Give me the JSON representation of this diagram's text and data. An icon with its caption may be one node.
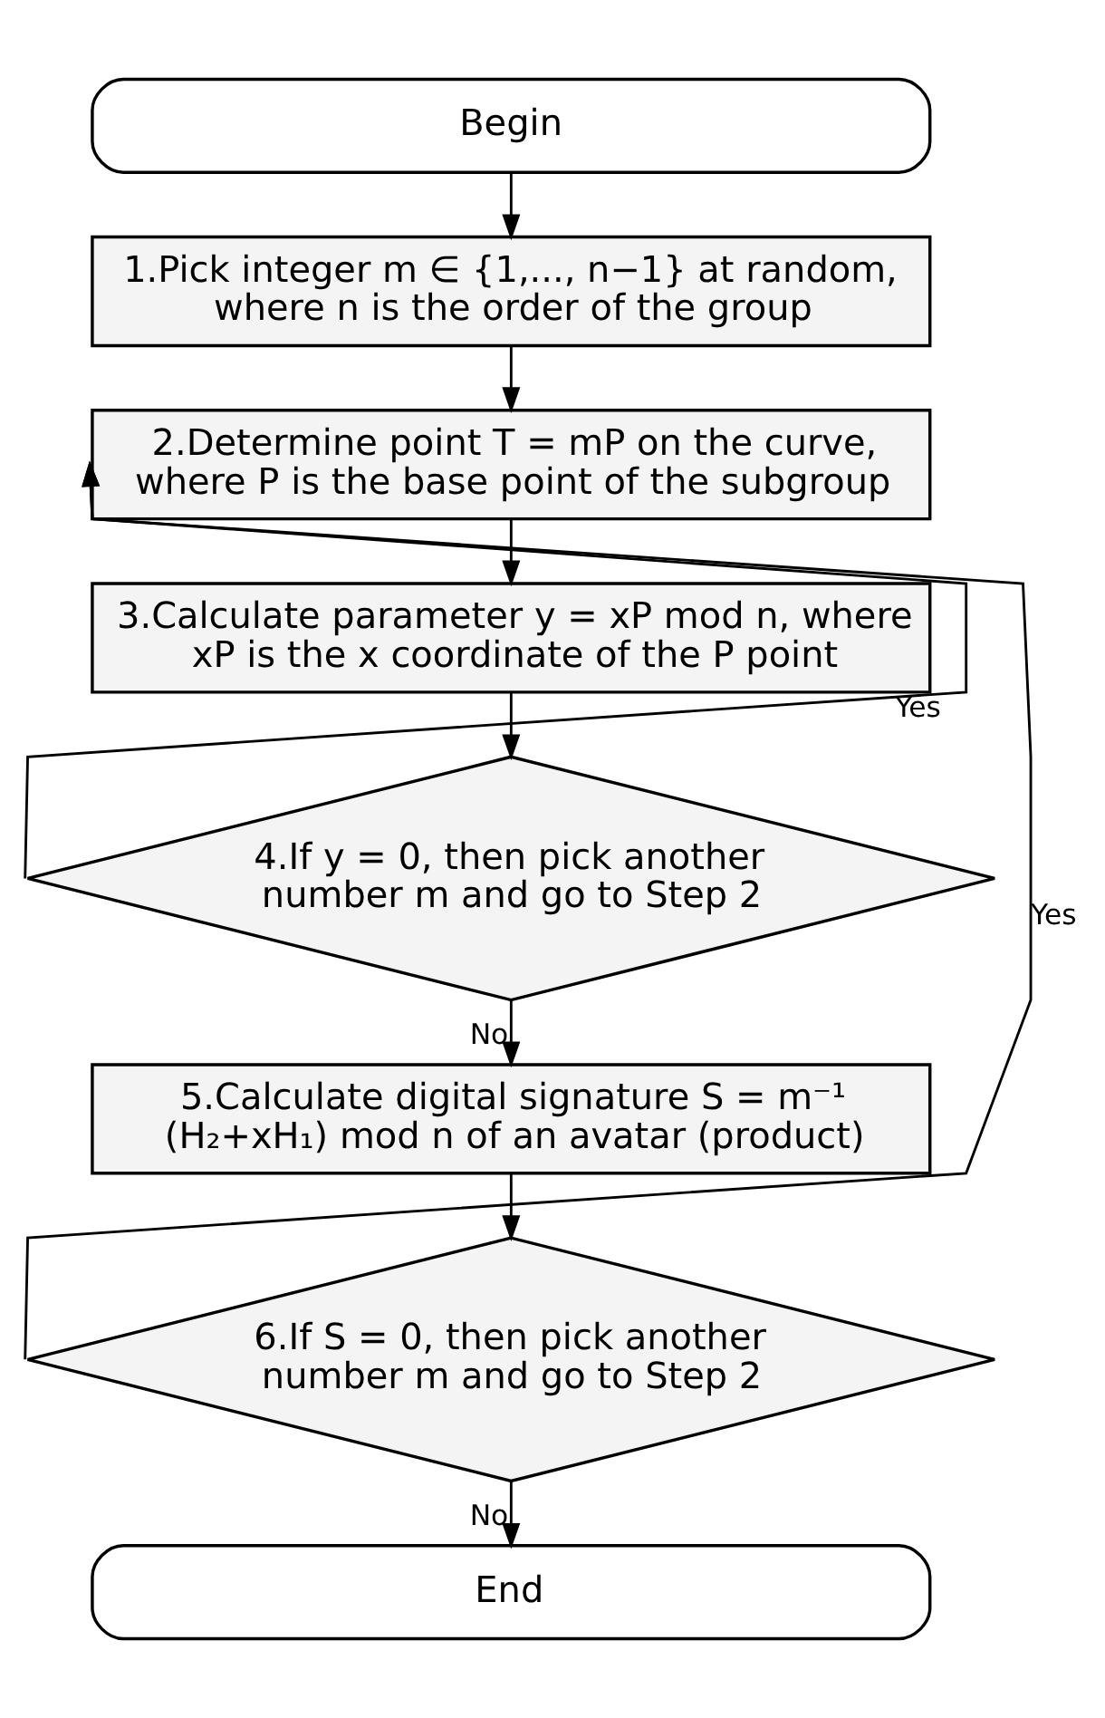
{
  "diagram": {
    "nodes": [
      {
        "text": [
          "Begin"
        ]
      },
      {
        "text": [
          "1.Pick integer m ∈ {1,..., n−1} at random, where n is the order of the group"
        ]
      },
      {
        "text": [
          "2.Determine point T = mP on the curve, where P is the base point of the subgroup"
        ]
      },
      {
        "text": [
          "3.Calculate parameter y = xP mod n, where xP is the x coordinate of the P point"
        ]
      },
      {
        "text": [
          "4.If y = 0, then pick another number m and go to Step 2"
        ]
      },
      {
        "text": [
          "5.Calculate digital signature S = m⁻¹ (H₂+xH₁) mod n of an avatar (product)"
        ]
      },
      {
        "text": [
          "6.If S = 0, then pick another number m and go to Step 2"
        ]
      },
      {
        "text": [
          "End"
        ]
      }
    ],
    "edges": [
      {
        "from": 0,
        "to": 1,
        "arrow": "to"
      },
      {
        "from": 1,
        "to": 2,
        "arrow": "to"
      },
      {
        "from": 2,
        "to": 3,
        "arrow": "to"
      },
      {
        "from": 3,
        "to": 4,
        "arrow": "to"
      },
      {
        "from": 4,
        "to": 2,
        "arrow": "to",
        "label": "Yes"
      },
      {
        "from": 4,
        "to": 5,
        "arrow": "to",
        "label": "No"
      },
      {
        "from": 5,
        "to": 6,
        "arrow": "to"
      },
      {
        "from": 6,
        "to": 2,
        "arrow": "to",
        "label": "Yes"
      },
      {
        "from": 6,
        "to": 7,
        "arrow": "to",
        "label": "No"
      }
    ]
  }
}
